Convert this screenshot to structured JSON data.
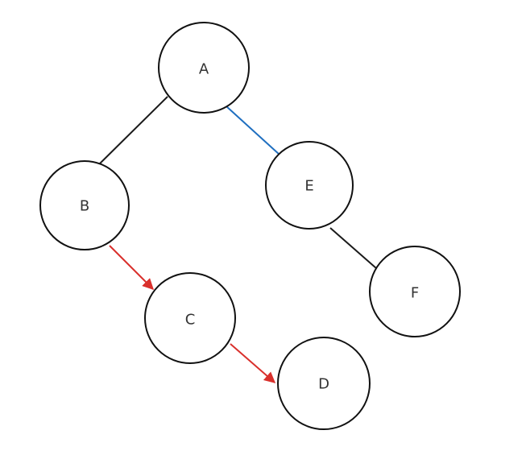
{
  "colors": {
    "default_edge": "#1a1a1a",
    "blue_edge": "#1f6fc0",
    "red_edge": "#d9302c",
    "node_stroke": "#111111",
    "node_fill": "#ffffff"
  },
  "nodes": [
    {
      "id": "A",
      "label": "A"
    },
    {
      "id": "B",
      "label": "B"
    },
    {
      "id": "E",
      "label": "E"
    },
    {
      "id": "C",
      "label": "C"
    },
    {
      "id": "F",
      "label": "F"
    },
    {
      "id": "D",
      "label": "D"
    }
  ],
  "edges": [
    {
      "from": "A",
      "to": "B",
      "color": "default",
      "directed": false
    },
    {
      "from": "A",
      "to": "E",
      "color": "blue",
      "directed": false
    },
    {
      "from": "E",
      "to": "F",
      "color": "default",
      "directed": false
    },
    {
      "from": "B",
      "to": "C",
      "color": "red",
      "directed": true
    },
    {
      "from": "C",
      "to": "D",
      "color": "red",
      "directed": true
    }
  ]
}
